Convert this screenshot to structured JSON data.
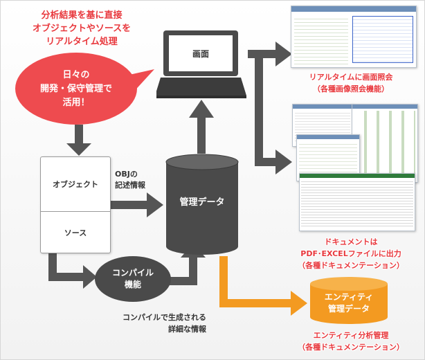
{
  "headline": {
    "line1": "分析結果を基に直接",
    "line2": "オブジェクトやソースを",
    "line3": "リアルタイム処理"
  },
  "bubble": {
    "line1": "日々の",
    "line2": "開発・保守管理で",
    "line3": "活用！"
  },
  "boxes": {
    "object": "オブジェクト",
    "source": "ソース",
    "screen": "画面",
    "db": "管理データ",
    "compile": "コンパイル",
    "compile2": "機能",
    "entity1": "エンティティ",
    "entity2": "管理データ"
  },
  "labels": {
    "obj_info1": "OBJの",
    "obj_info2": "記述情報",
    "compile_info1": "コンパイルで生成される",
    "compile_info2": "詳細な情報"
  },
  "captions": {
    "realtime1": "リアルタイムに画面照会",
    "realtime2": "（各種画像照会機能）",
    "doc1": "ドキュメントは",
    "doc2": "PDF･EXCELファイルに出力",
    "doc3": "（各種ドキュメンテーション）",
    "entity1": "エンティティ分析管理",
    "entity2": "（各種ドキュメンテーション）"
  },
  "colors": {
    "red": "#e8383d",
    "arrow_dark": "#555555",
    "arrow_orange": "#f39a21",
    "box_dark": "#4a4a4a"
  },
  "icons": [
    "laptop-icon",
    "database-cylinder-icon",
    "speech-bubble-icon"
  ]
}
